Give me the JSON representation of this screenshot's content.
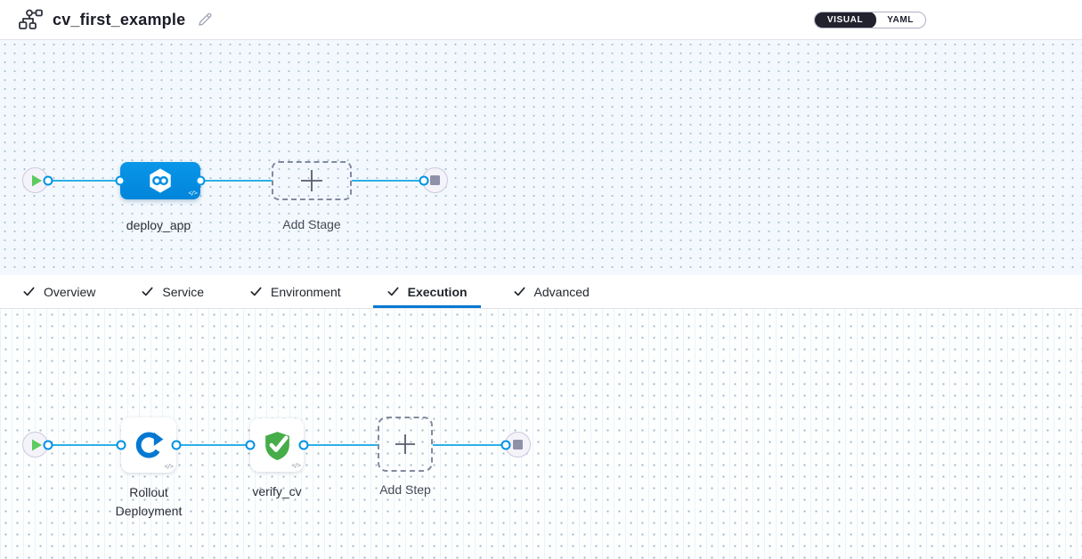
{
  "header": {
    "title": "cv_first_example",
    "view_toggle": {
      "visual": "VISUAL",
      "yaml": "YAML",
      "selected": "VISUAL"
    }
  },
  "tabs": [
    {
      "label": "Overview",
      "completed": true,
      "active": false
    },
    {
      "label": "Service",
      "completed": true,
      "active": false
    },
    {
      "label": "Environment",
      "completed": true,
      "active": false
    },
    {
      "label": "Execution",
      "completed": true,
      "active": true
    },
    {
      "label": "Advanced",
      "completed": true,
      "active": false
    }
  ],
  "stage_pipeline": {
    "start_node": "start",
    "stages": [
      {
        "name": "deploy_app",
        "icon": "cd-hexagon-infinity",
        "code_badge": "</>"
      }
    ],
    "add_stage_label": "Add Stage",
    "end_node": "stop"
  },
  "execution_pipeline": {
    "start_node": "start",
    "steps": [
      {
        "name": "Rollout Deployment",
        "icon": "rollout-deployment-arrow",
        "code_badge": "</>"
      },
      {
        "name": "verify_cv",
        "icon": "verify-shield-check",
        "code_badge": "</>"
      }
    ],
    "add_step_label": "Add Step",
    "end_node": "stop"
  },
  "colors": {
    "stage_node_blue": "#0092e4",
    "edge_blue": "#2cb0e8",
    "active_tab_underline": "#0278d5",
    "play_green": "#5fca5f",
    "shield_green": "#45ad49",
    "stop_gray": "#8f91a7",
    "canvas_top_bg": "#f2f8fd",
    "toggle_dark": "#22222f"
  }
}
